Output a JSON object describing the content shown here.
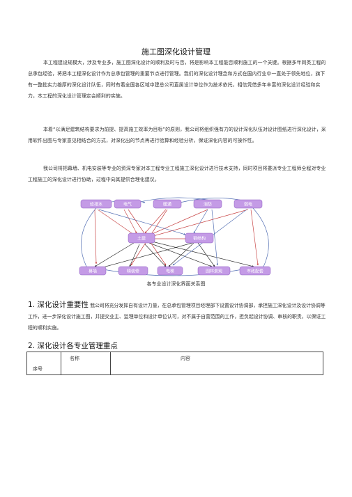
{
  "title": "施工图深化设计管理",
  "paragraphs": [
    "本工程建设规模大，涉及专业多，施工图深化设计的顺利及时与否，将是影响本工程能否顺利施工的一个关键。根据多年同类工程的总承包经验，将把本工程深化设计作为总承包管理的重要节点进行管理。我们的深化设计理念和方式在国内行业中一直处于领先地位，旗下有一整批实力雄厚的深化设计队伍，同时有着全国各区域中建总公司直属设计单位作为技术依托，相信凭借多年丰富的深化设计经验和实力，本工程的深化设计管理定会顺利的实施。",
    "本着“以满足建筑结构要求为前提、提高施工效率为目标”的原则，我公司将组织强有力的设计深化队伍对设计图纸进行深化设计，采用软件出图与专家意见相结合的方式，对深化出的节点再进行验算和经验分析，保证深化内容的可操作性。",
    "我公司将把幕墙、机电安装等专业的资深专家对本工程专业工程施工深化设计进行技术支持，同时项目将委派专业工程师全程对专业工程施工的深化设计进行协助，过程中向其提供合理化建议。"
  ],
  "diagram": {
    "top_nodes": [
      "给排水",
      "电气",
      "暖通",
      "消防",
      "弱电"
    ],
    "center_nodes": [
      "土建",
      "钢结构"
    ],
    "bottom_nodes": [
      "幕墙",
      "精装修",
      "电梯",
      "园林景观",
      "市政配套"
    ]
  },
  "caption": "各专业设计深化界面关系图",
  "section1": {
    "heading": "1. 深化设计重要性",
    "text": "我公司将充分发挥自有设计力量，在总承包管理项目经理部下设置设计协调部，承担施工深化设计及设计协调等工作，进一步深化设计施工图，并提交业主、监理单位和设计单位认可，对不属于自营范围的工作，担负起设计协调、审核的职责，以保证工程的顺利实施。"
  },
  "section2": {
    "heading": "2. 深化设计各专业管理重点"
  },
  "table": {
    "headers": [
      "序号",
      "名称",
      "内容"
    ]
  },
  "colors": {
    "node_fill": "#c49be6",
    "node_text": "#ffffff",
    "arrow_red": "#c84646",
    "arrow_blue": "#5470b4",
    "arrow_dark": "#333333"
  }
}
